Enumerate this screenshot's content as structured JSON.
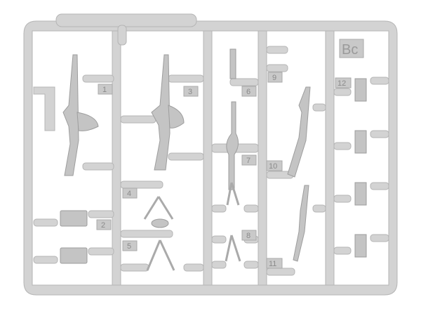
{
  "sprue": {
    "code": "Bc",
    "part_numbers": [
      "1",
      "2",
      "3",
      "4",
      "5",
      "6",
      "7",
      "8",
      "9",
      "10",
      "11",
      "12"
    ],
    "colors": {
      "plastic": "#d3d3d3",
      "edge": "#b5b5b5",
      "background": "#ffffff"
    }
  }
}
